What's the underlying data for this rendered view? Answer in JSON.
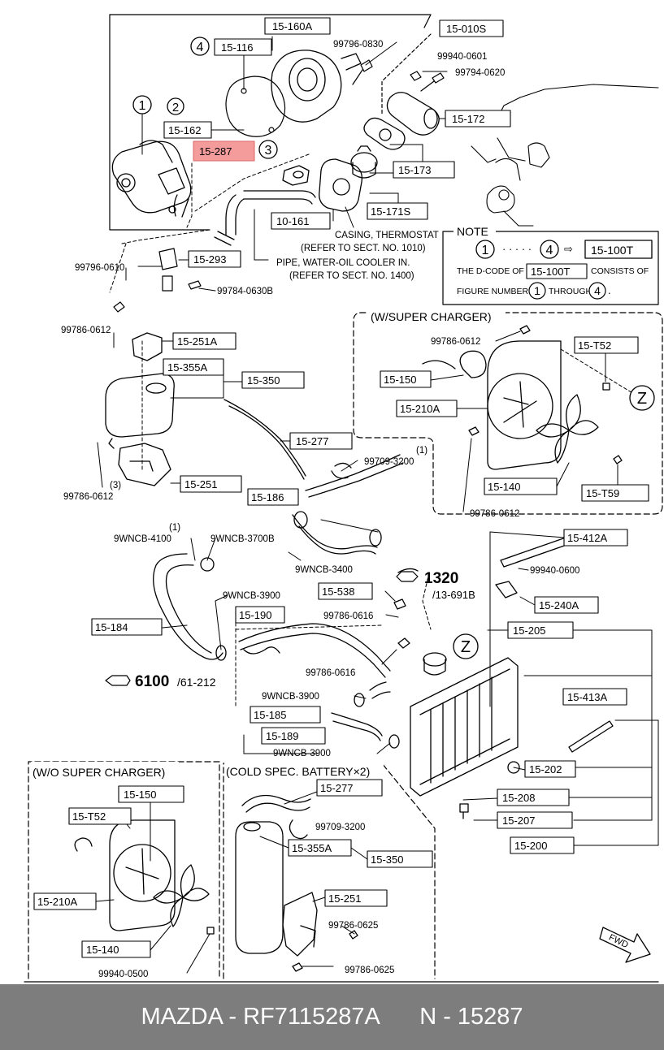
{
  "parts": {
    "p15_160A": "15-160A",
    "p15_010S": "15-010S",
    "p15_116": "15-116",
    "p99796_0830": "99796-0830",
    "p99940_0601": "99940-0601",
    "p99794_0620": "99794-0620",
    "p15_162": "15-162",
    "p15_172": "15-172",
    "p15_287": "15-287",
    "p15_173": "15-173",
    "p10_161": "10-161",
    "p15_171S": "15-171S",
    "p99796_0610": "99796-0610",
    "p15_293": "15-293",
    "p99784_0630B": "99784-0630B",
    "p99786_0612_a": "99786-0612",
    "p15_251A": "15-251A",
    "p15_355A_a": "15-355A",
    "p15_350_a": "15-350",
    "p15_277_a": "15-277",
    "p99709_3200_a": "99709-3200",
    "p15_251_a": "15-251",
    "p99786_0612_b": "99786-0612",
    "p15_186": "15-186",
    "p9WNCB_4100": "9WNCB-4100",
    "p9WNCB_3700B": "9WNCB-3700B",
    "p9WNCB_3400": "9WNCB-3400",
    "p9WNCB_3900_a": "9WNCB-3900",
    "p15_184": "15-184",
    "p15_538": "15-538",
    "p15_190": "15-190",
    "p99786_0616_a": "99786-0616",
    "p99786_0616_b": "99786-0616",
    "p9WNCB_3900_b": "9WNCB-3900",
    "p15_185": "15-185",
    "p15_189": "15-189",
    "p9WNCB_3900_c": "9WNCB-3900",
    "p15_412A": "15-412A",
    "p99940_0600": "99940-0600",
    "p15_240A": "15-240A",
    "p15_205": "15-205",
    "p15_413A": "15-413A",
    "p15_202": "15-202",
    "p15_208": "15-208",
    "p15_207": "15-207",
    "p15_200": "15-200",
    "sc_99786_0612_a": "99786-0612",
    "sc_15_T52": "15-T52",
    "sc_15_150": "15-150",
    "sc_15_210A": "15-210A",
    "sc_15_140": "15-140",
    "sc_15_T59": "15-T59",
    "sc_99786_0612_b": "99786-0612",
    "wo_15_150": "15-150",
    "wo_15_T52": "15-T52",
    "wo_15_210A": "15-210A",
    "wo_15_140": "15-140",
    "wo_99940_0500": "99940-0500",
    "cs_15_277": "15-277",
    "cs_99709_3200": "99709-3200",
    "cs_15_355A": "15-355A",
    "cs_15_350": "15-350",
    "cs_15_251": "15-251",
    "cs_99786_0625_a": "99786-0625",
    "cs_99786_0625_b": "99786-0625"
  },
  "circled": {
    "c1": "1",
    "c2": "2",
    "c3": "3",
    "c4": "4",
    "z1": "Z",
    "z2": "Z",
    "n1": "1",
    "n4": "4"
  },
  "notes": {
    "casing_1": "CASING, THERMOSTAT",
    "casing_2": "(REFER TO SECT. NO. 1010)",
    "pipe_1": "PIPE, WATER-OIL COOLER IN.",
    "pipe_2": "(REFER TO SECT. NO. 1400)",
    "paren1_a": "(1)",
    "paren1_b": "(1)",
    "paren3": "(3)"
  },
  "refs": {
    "ref_1320": "1320",
    "ref_13_691B": "/13-691B",
    "ref_6100": "6100",
    "ref_61_212": "/61-212"
  },
  "note_box": {
    "title": "NOTE",
    "dots": "· · · · ·",
    "range_code": "15-100T",
    "line2_a": "THE D-CODE OF",
    "line2_code": "15-100T",
    "line2_b": "CONSISTS OF",
    "line3_a": "FIGURE NUMBERS",
    "line3_b": "THROUGH",
    "line3_end": "."
  },
  "sections": {
    "super_charger": "(W/SUPER CHARGER)",
    "wo_super_charger": "(W/O SUPER CHARGER)",
    "cold_spec": "(COLD SPEC. BATTERY×2)"
  },
  "fwd": "FWD",
  "footer": {
    "brand_part": "MAZDA - RF7115287A",
    "ref": "N - 15287"
  },
  "colors": {
    "highlight": "#f28b8b",
    "footer_bg": "#7d7d7d"
  }
}
